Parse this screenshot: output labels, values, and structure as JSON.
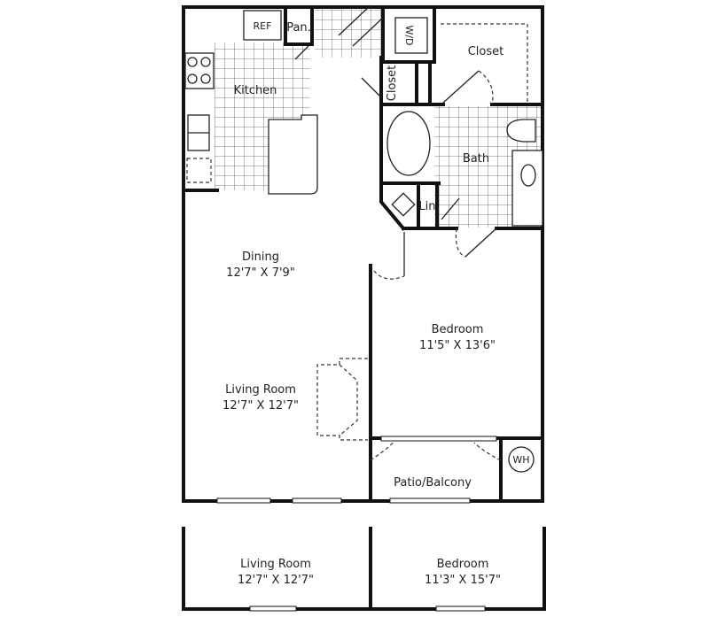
{
  "plan": {
    "fixtures": {
      "ref": "REF",
      "pantry": "Pan.",
      "washer_dryer": "W/D",
      "water_heater": "WH",
      "linen": "Lin.",
      "hall_closet": "Closet"
    },
    "rooms": {
      "kitchen": {
        "name": "Kitchen"
      },
      "closet": {
        "name": "Closet"
      },
      "bath": {
        "name": "Bath"
      },
      "dining": {
        "name": "Dining",
        "size": "12'7\" X 7'9\""
      },
      "bedroom": {
        "name": "Bedroom",
        "size": "11'5\" X 13'6\""
      },
      "living": {
        "name": "Living Room",
        "size": "12'7\" X 12'7\""
      },
      "patio": {
        "name": "Patio/Balcony"
      }
    },
    "alt_layout": {
      "living": {
        "name": "Living Room",
        "size": "12'7\" X 12'7\""
      },
      "bedroom": {
        "name": "Bedroom",
        "size": "11'3\" X 15'7\""
      }
    }
  }
}
